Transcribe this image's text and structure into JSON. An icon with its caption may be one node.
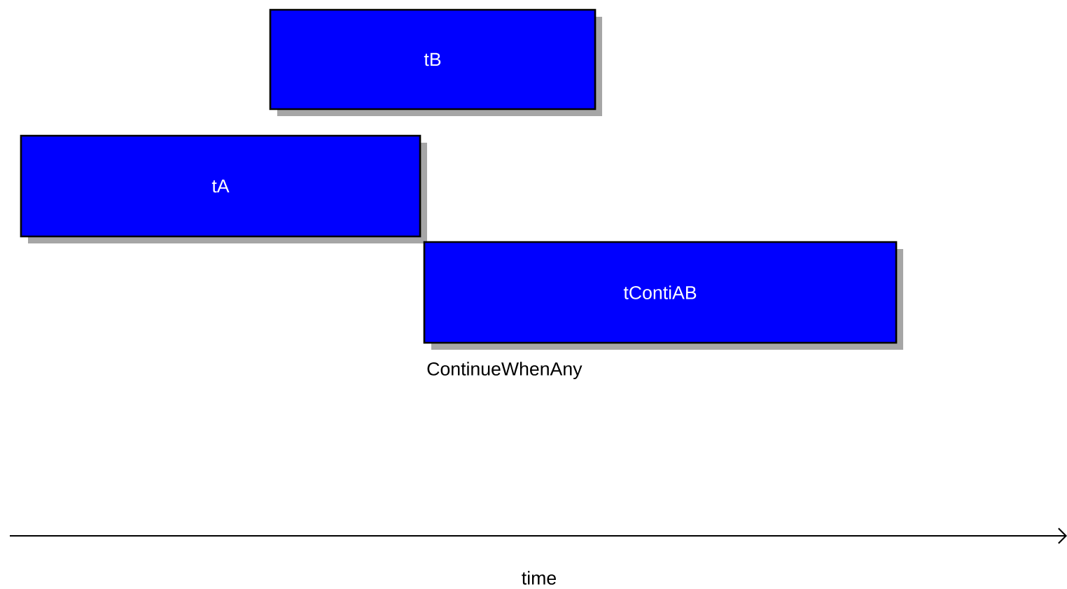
{
  "diagram": {
    "nodes": [
      {
        "text": [
          "tB"
        ]
      },
      {
        "text": [
          "tA"
        ]
      },
      {
        "text": [
          "tContiAB"
        ],
        "beside": [
          "ContinueWhenAny"
        ]
      }
    ],
    "labels": [
      "time"
    ]
  }
}
